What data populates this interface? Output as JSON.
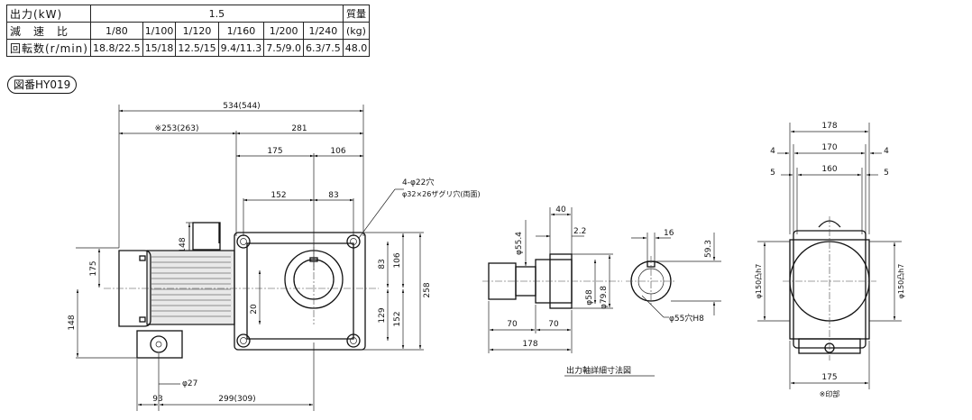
{
  "spec_table": {
    "row_output_label": "出力(kW)",
    "output_value": "1.5",
    "weight_label": "質量",
    "row_ratio_label": "減　速　比",
    "ratios": [
      "1/80",
      "1/100",
      "1/120",
      "1/160",
      "1/200",
      "1/240"
    ],
    "weight_unit": "(kg)",
    "row_speed_label": "回転数(r/min)",
    "speeds": [
      "18.8/22.5",
      "15/18",
      "12.5/15",
      "9.4/11.3",
      "7.5/9.0",
      "6.3/7.5"
    ],
    "weight_value": "48.0"
  },
  "figure_label": "図番HY019",
  "front_view": {
    "dim_total": "534(544)",
    "dim_motor": "※253(263)",
    "dim_281": "281",
    "dim_175": "175",
    "dim_106": "106",
    "dim_152": "152",
    "dim_83": "83",
    "dim_148_top": "148",
    "dim_175_left": "175",
    "dim_148_left": "148",
    "dim_20": "20",
    "dim_83_right": "83",
    "dim_106_right": "106",
    "dim_129": "129",
    "dim_152_right": "152",
    "dim_258": "258",
    "dim_93": "93",
    "dim_299": "299(309)",
    "dim_phi27": "φ27",
    "note_holes": "4-φ22穴",
    "note_counterbore": "φ32×26ザグリ穴(両面)"
  },
  "shaft_view": {
    "dim_40": "40",
    "dim_2_2": "2.2",
    "dim_phi55_4": "φ55.4",
    "dim_phi58": "φ58",
    "dim_phi79_8": "φ79.8",
    "dim_70a": "70",
    "dim_70b": "70",
    "dim_178": "178",
    "dim_16": "16",
    "dim_59_3": "59.3",
    "dim_phi55H8": "φ55穴H8",
    "caption": "出力軸詳細寸法図"
  },
  "side_view": {
    "dim_178": "178",
    "dim_4a": "4",
    "dim_170": "170",
    "dim_4b": "4",
    "dim_5a": "5",
    "dim_160": "160",
    "dim_5b": "5",
    "dim_phi150_left": "φ150凸h7",
    "dim_phi150_right": "φ150凸h7",
    "dim_175": "175",
    "note": "※印部"
  }
}
